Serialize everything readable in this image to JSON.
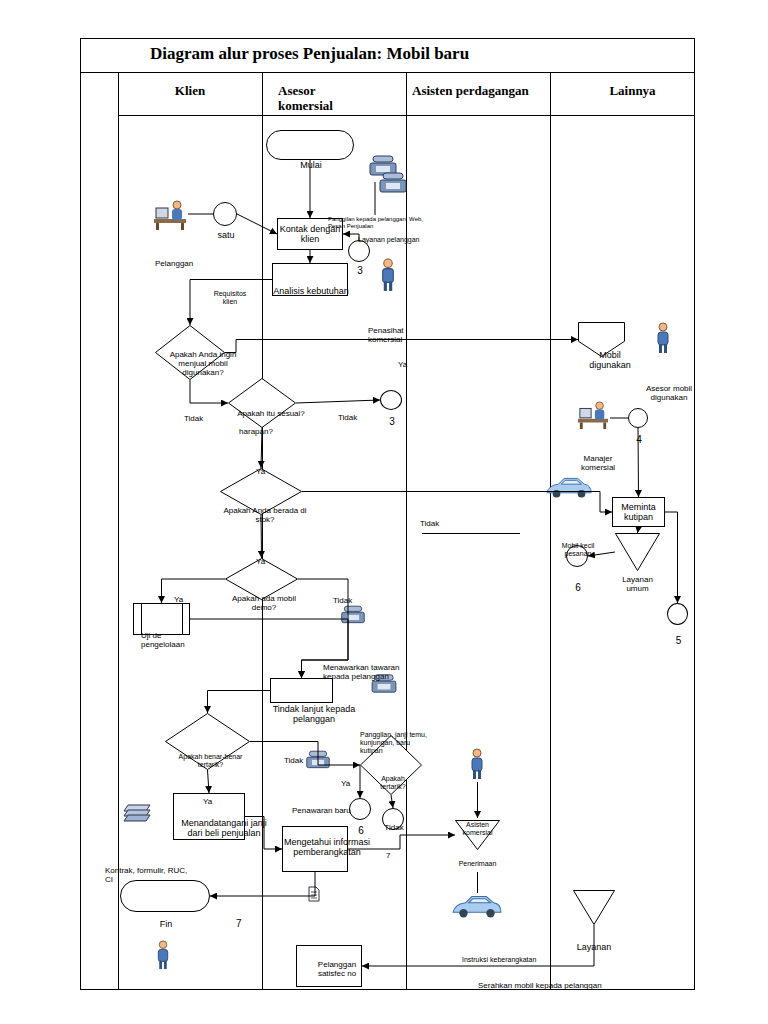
{
  "diagram": {
    "title": "Diagram alur proses Penjualan: Mobil baru",
    "nodes": [
      {
        "text": [
          "Klien"
        ]
      },
      {
        "text": [
          "Asesor komersial"
        ]
      },
      {
        "text": [
          "Asisten perdagangan"
        ]
      },
      {
        "text": [
          "Lainnya"
        ]
      },
      {
        "text": [
          "Mulai"
        ],
        "in": 1
      },
      {
        "text": [
          "satu"
        ],
        "in": 0
      },
      {
        "text": [
          "Kontak dengan klien"
        ],
        "in": 1
      },
      {
        "text": [
          "3"
        ],
        "in": 1
      },
      {
        "text": [
          "Analisis kebutuhan"
        ],
        "in": 1
      },
      {
        "text": [
          "Mobil digunakan"
        ],
        "in": 3
      },
      {
        "text": [
          "Apakah Anda ingin menjual mobil digunakan?"
        ],
        "in": 0
      },
      {
        "text": [
          "Apakah itu sesuai?",
          "harapan?"
        ],
        "in": 0
      },
      {
        "text": [
          "3"
        ],
        "in": 1
      },
      {
        "text": [
          "4"
        ],
        "in": 3
      },
      {
        "text": [
          "Apakah Anda berada di stok?"
        ],
        "in": 0
      },
      {
        "text": [
          "Meminta kutipan"
        ],
        "in": 3
      },
      {
        "text": [
          "Layanan umum"
        ],
        "in": 3
      },
      {
        "text": [
          "Mobil kecil pesanan",
          "6"
        ],
        "in": 3
      },
      {
        "text": [
          "Apakah ada mobil demo?"
        ],
        "in": 0
      },
      {
        "text": [
          "Uji de pengelolaan"
        ],
        "in": 0
      },
      {
        "text": [
          "5"
        ],
        "in": 3
      },
      {
        "text": [
          "Tindak lanjut kepada pelanggan"
        ],
        "in": 1
      },
      {
        "text": [
          "Apakah benar-benar tertarik?"
        ],
        "in": 0
      },
      {
        "text": [
          "Apakah tertarik?"
        ],
        "in": 1
      },
      {
        "text": [
          "6"
        ],
        "in": 1
      },
      {
        "text": [
          "Tidak"
        ],
        "in": 1
      },
      {
        "text": [
          "Menandatangani janji dari beli penjualan"
        ],
        "in": 0
      },
      {
        "text": [
          "Mengetahui informasi pemberangkatan"
        ],
        "in": 1
      },
      {
        "text": [
          "Asisten komersial",
          "Penerimaan"
        ],
        "in": 2
      },
      {
        "text": [
          "Fin"
        ],
        "in": 0
      },
      {
        "text": [
          "Layanan"
        ],
        "in": 3
      },
      {
        "text": [
          "Pelanggan satisfec no"
        ],
        "in": 1
      }
    ],
    "edges": [
      {
        "from": 4,
        "to": 6,
        "arrow": "to"
      },
      {
        "from": 5,
        "to": 6,
        "arrow": "to"
      },
      {
        "from": 7,
        "to": 6,
        "arrow": "to"
      },
      {
        "from": 6,
        "to": 8,
        "arrow": "to"
      },
      {
        "from": 8,
        "to": 10,
        "arrow": "to"
      },
      {
        "from": 10,
        "to": 9,
        "label": "Penasihat komersial",
        "arrow": "to"
      },
      {
        "from": 10,
        "to": 11,
        "arrow": "to"
      },
      {
        "from": 11,
        "to": 12,
        "label": "Tidak",
        "arrow": "to"
      },
      {
        "from": 11,
        "to": 14,
        "label": "Ya",
        "arrow": "to"
      },
      {
        "from": 14,
        "to": 15,
        "arrow": "to"
      },
      {
        "from": 13,
        "to": 15,
        "arrow": "to"
      },
      {
        "from": 15,
        "to": 16,
        "arrow": "to"
      },
      {
        "from": 16,
        "to": 17,
        "arrow": "to"
      },
      {
        "from": 15,
        "to": 20,
        "arrow": "to"
      },
      {
        "from": 14,
        "to": 18,
        "label": "Ya",
        "arrow": "to"
      },
      {
        "from": 18,
        "to": 19,
        "label": "Ya",
        "arrow": "to"
      },
      {
        "from": 18,
        "to": 21,
        "label": "Tidak",
        "arrow": "to"
      },
      {
        "from": 19,
        "to": 21,
        "arrow": "to"
      },
      {
        "from": 21,
        "to": 22,
        "arrow": "to"
      },
      {
        "from": 22,
        "to": 23,
        "label": "Tidak",
        "arrow": "to"
      },
      {
        "from": 22,
        "to": 26,
        "label": "Ya",
        "arrow": "to"
      },
      {
        "from": 23,
        "to": 24,
        "label": "Ya",
        "arrow": "to"
      },
      {
        "from": 23,
        "to": 25,
        "arrow": "to"
      },
      {
        "from": 26,
        "to": 27,
        "arrow": "to"
      },
      {
        "from": 27,
        "to": 28,
        "label": "7",
        "arrow": "to"
      },
      {
        "from": 27,
        "to": 29,
        "arrow": "to"
      },
      {
        "from": 30,
        "to": 31,
        "label": "Instruksi keberangkatan",
        "arrow": "to"
      }
    ],
    "labels": [
      "Pelanggan",
      "Requisitos klien",
      "Panggilan kepada pelanggan, Web, Pesan Penjualan",
      "Layanan pelanggan",
      "Ya",
      "Tidak",
      "Asesor mobil digunakan",
      "Manajer komersial",
      "Tidak",
      "Menawarkan tawaran kepada pelanggan",
      "Panggilan, janji temu, kunjungan, baru kutipan",
      "Penawaran baru",
      "Kontrak, formulir, RUC, CI",
      "7",
      "Serahkan mobil kepada pelanggan"
    ]
  }
}
